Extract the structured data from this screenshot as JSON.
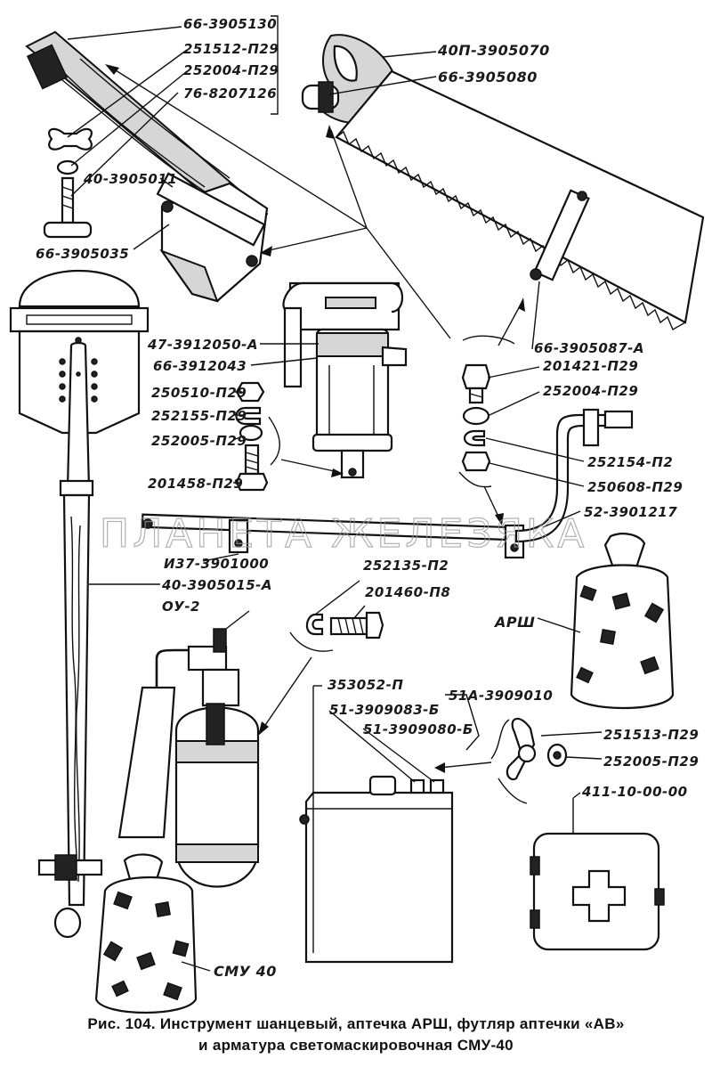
{
  "labels": {
    "l1": "66-3905130",
    "l2": "251512-П29",
    "l3": "252004-П29",
    "l4": "76-8207126",
    "l5": "40-3905011",
    "l6": "66-3905035",
    "l7": "40П-3905070",
    "l8": "66-3905080",
    "l9": "47-3912050-А",
    "l10": "66-3912043",
    "l11": "250510-П29",
    "l12": "252155-П29",
    "l13": "252005-П29",
    "l14": "201458-П29",
    "l15": "66-3905087-А",
    "l16": "201421-П29",
    "l17": "252004-П29",
    "l18": "252154-П2",
    "l19": "250608-П29",
    "l20": "52-3901217",
    "l21": "И37-3901000",
    "l22": "40-3905015-А",
    "l23": "ОУ-2",
    "l24": "252135-П2",
    "l25": "201460-П8",
    "l26": "АРШ",
    "l27": "353052-П",
    "l28": "51А-3909010",
    "l29": "51-3909083-Б",
    "l30": "51-3909080-Б",
    "l31": "251513-П29",
    "l32": "252005-П29",
    "l33": "411-10-00-00",
    "l34": "СМУ 40"
  },
  "watermark": "ПЛАНЕТА ЖЕЛЕЗЯКА",
  "caption": {
    "line1": "Рис. 104. Инструмент шанцевый, аптечка АРШ, футляр аптечки «АВ»",
    "line2": "и арматура светомаскировочная СМУ-40"
  }
}
